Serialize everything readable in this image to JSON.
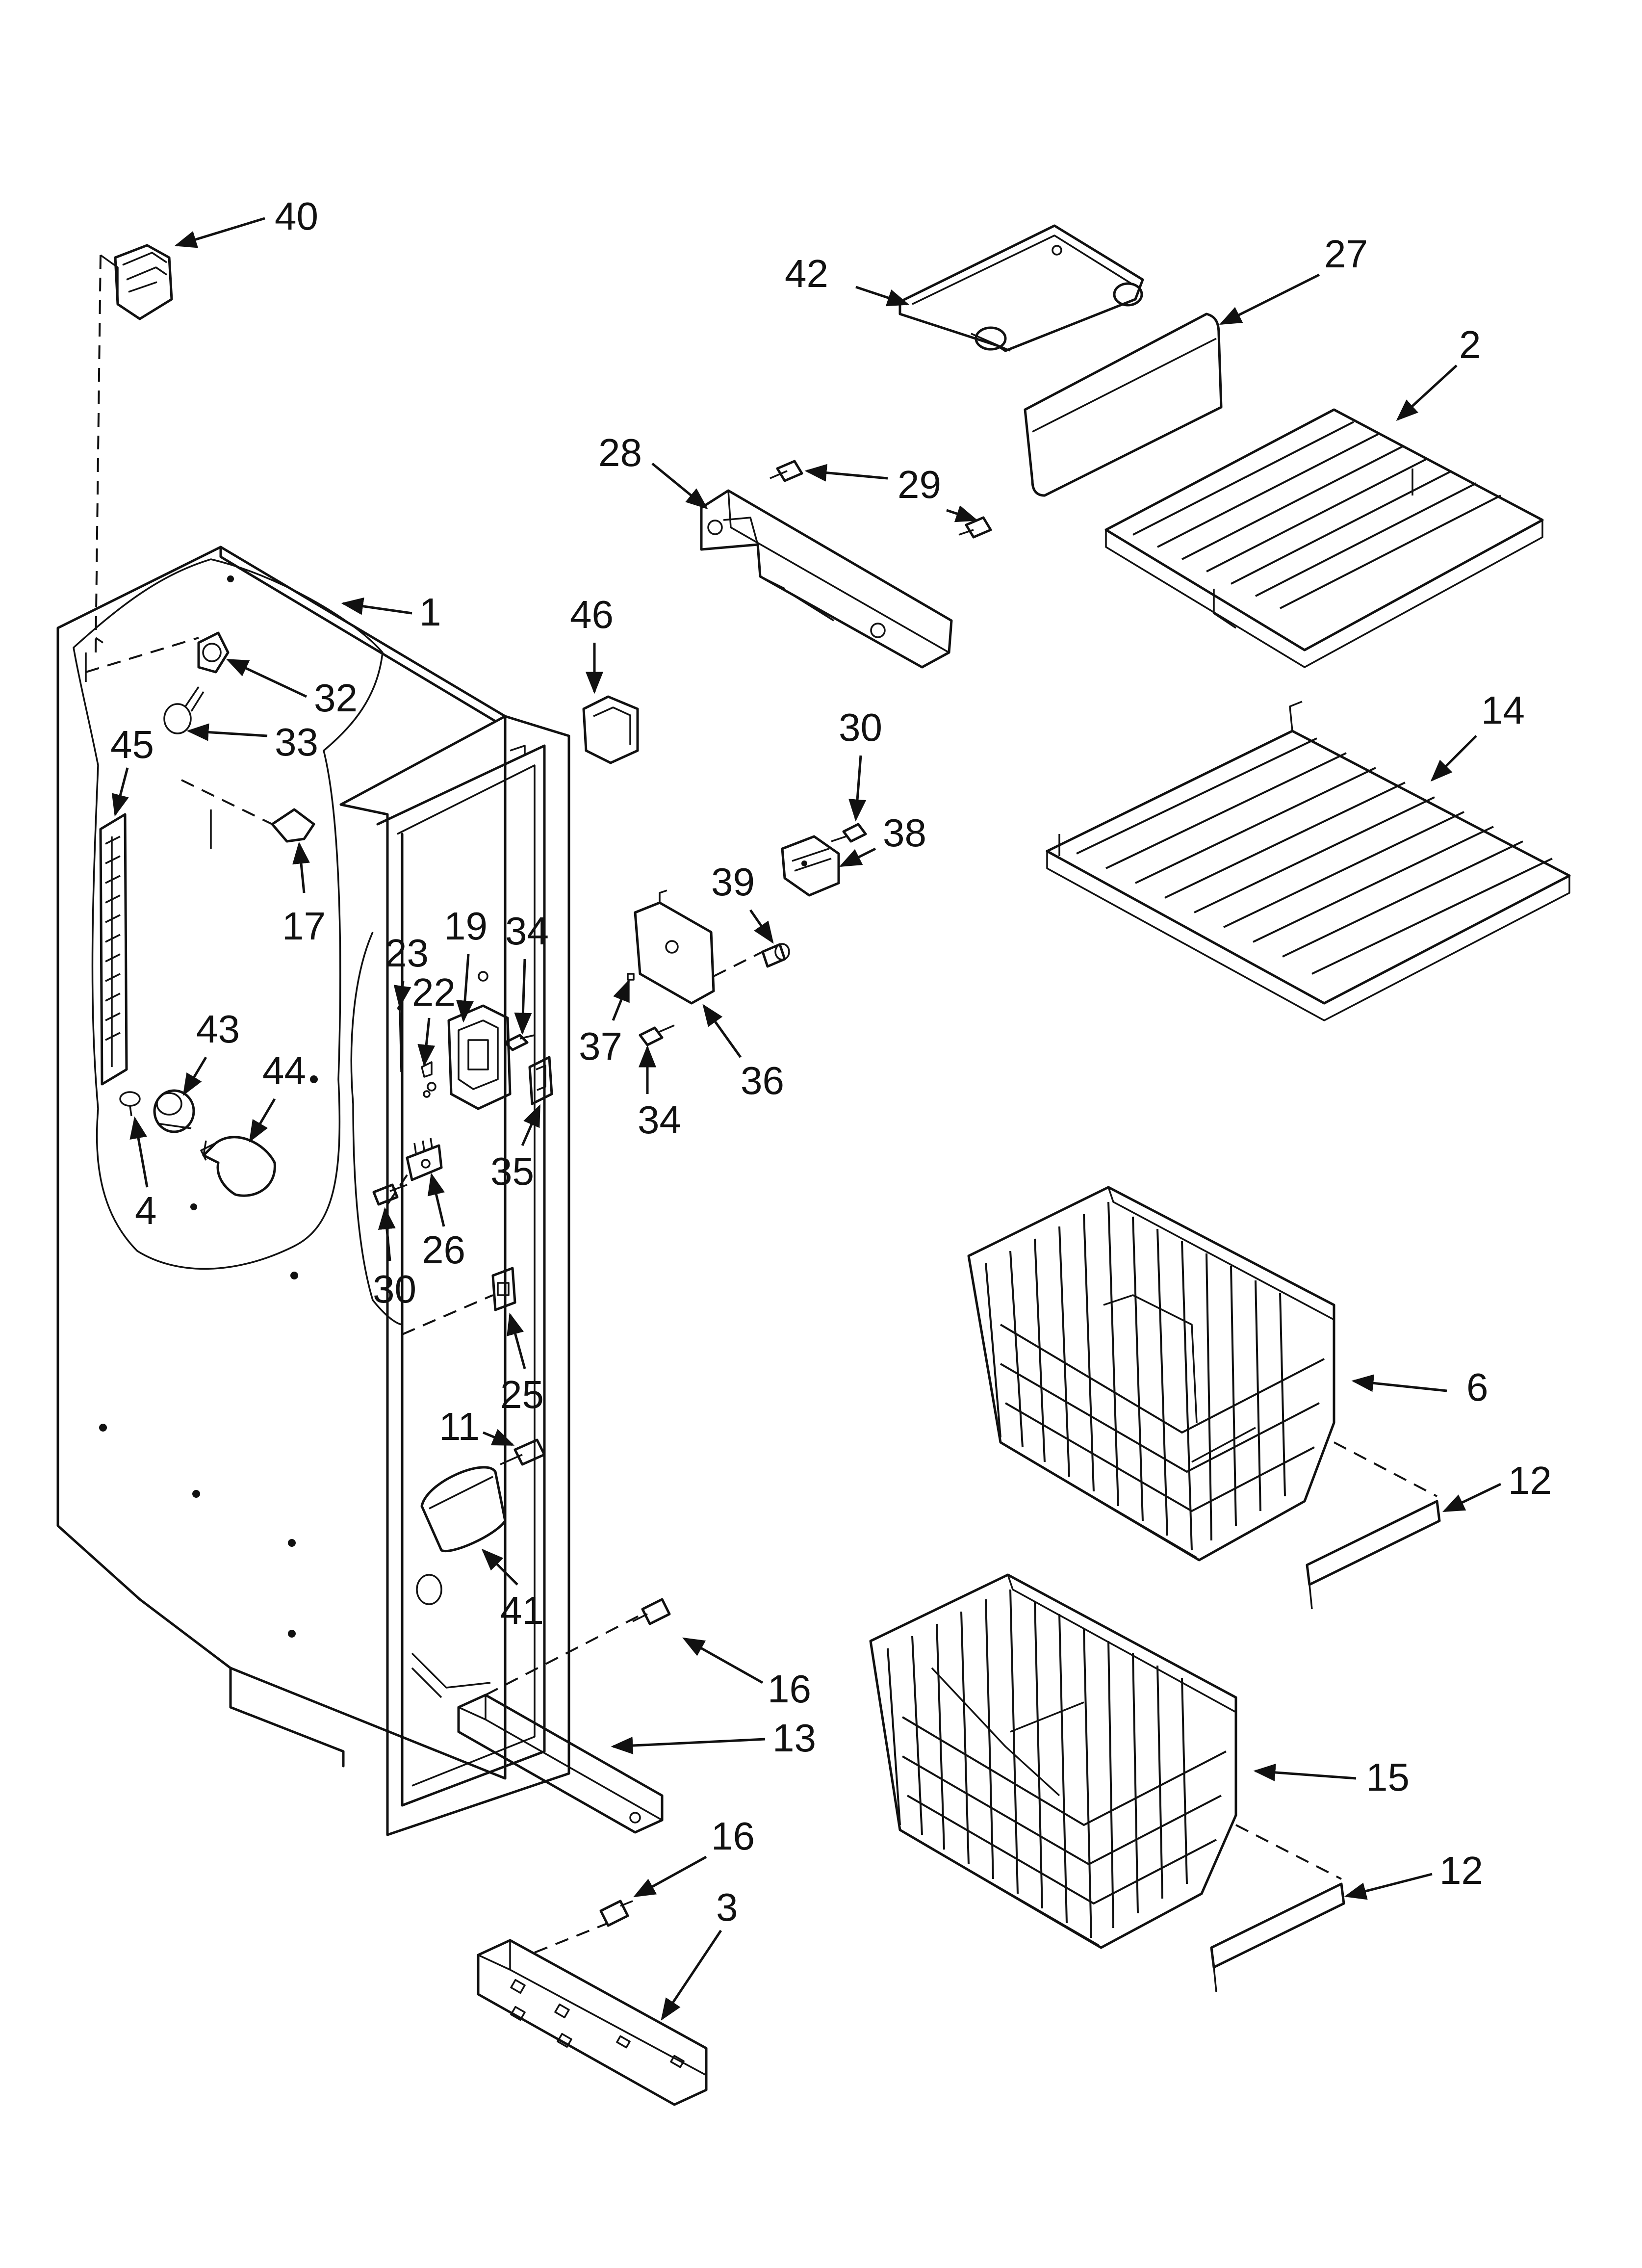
{
  "diagram": {
    "callouts": [
      {
        "id": "c40",
        "label": "40"
      },
      {
        "id": "c42",
        "label": "42"
      },
      {
        "id": "c27",
        "label": "27"
      },
      {
        "id": "c28",
        "label": "28"
      },
      {
        "id": "c29",
        "label": "29"
      },
      {
        "id": "c2",
        "label": "2"
      },
      {
        "id": "c1",
        "label": "1"
      },
      {
        "id": "c46",
        "label": "46"
      },
      {
        "id": "c32",
        "label": "32"
      },
      {
        "id": "c33",
        "label": "33"
      },
      {
        "id": "c45",
        "label": "45"
      },
      {
        "id": "c14",
        "label": "14"
      },
      {
        "id": "c30a",
        "label": "30"
      },
      {
        "id": "c38",
        "label": "38"
      },
      {
        "id": "c17",
        "label": "17"
      },
      {
        "id": "c39",
        "label": "39"
      },
      {
        "id": "c19",
        "label": "19"
      },
      {
        "id": "c34a",
        "label": "34"
      },
      {
        "id": "c23",
        "label": "23"
      },
      {
        "id": "c22",
        "label": "22"
      },
      {
        "id": "c43",
        "label": "43"
      },
      {
        "id": "c44",
        "label": "44"
      },
      {
        "id": "c37",
        "label": "37"
      },
      {
        "id": "c36",
        "label": "36"
      },
      {
        "id": "c34b",
        "label": "34"
      },
      {
        "id": "c35",
        "label": "35"
      },
      {
        "id": "c4",
        "label": "4"
      },
      {
        "id": "c26",
        "label": "26"
      },
      {
        "id": "c30b",
        "label": "30"
      },
      {
        "id": "c6",
        "label": "6"
      },
      {
        "id": "c25",
        "label": "25"
      },
      {
        "id": "c11",
        "label": "11"
      },
      {
        "id": "c12a",
        "label": "12"
      },
      {
        "id": "c41",
        "label": "41"
      },
      {
        "id": "c16a",
        "label": "16"
      },
      {
        "id": "c13",
        "label": "13"
      },
      {
        "id": "c15",
        "label": "15"
      },
      {
        "id": "c16b",
        "label": "16"
      },
      {
        "id": "c12b",
        "label": "12"
      },
      {
        "id": "c3",
        "label": "3"
      }
    ]
  }
}
